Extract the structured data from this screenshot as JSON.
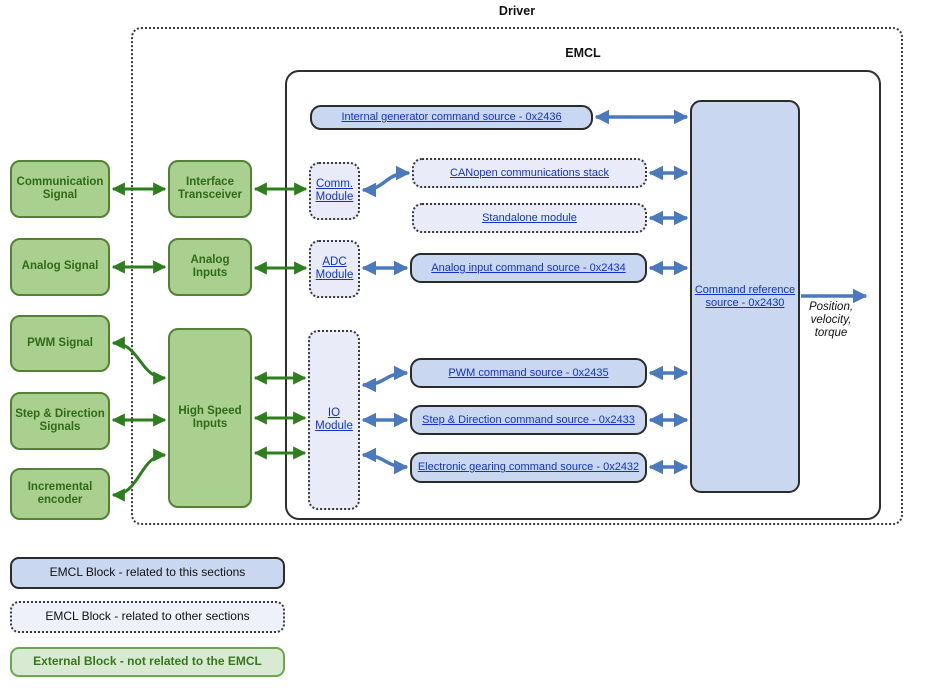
{
  "diagram": {
    "driver_label": "Driver",
    "emcl_label": "EMCL",
    "output_label": "Position,\nvelocity,\ntorque"
  },
  "external": {
    "comm_signal": "Communication Signal",
    "analog_signal": "Analog Signal",
    "pwm_signal": "PWM Signal",
    "step_dir_signals": "Step & Direction Signals",
    "incremental_encoder": "Incremental encoder",
    "interface_transceiver": "Interface Transceiver",
    "analog_inputs": "Analog Inputs",
    "high_speed_inputs": "High Speed Inputs"
  },
  "modules": {
    "comm_module": "Comm. Module",
    "adc_module": "ADC Module",
    "io_module": "IO Module"
  },
  "sources": {
    "internal_generator": "Internal generator command source - 0x2436",
    "canopen_stack": "CANopen communications stack",
    "standalone": "Standalone module",
    "analog_input": "Analog input command source - 0x2434",
    "pwm": "PWM command source - 0x2435",
    "step_direction": "Step & Direction command source - 0x2433",
    "electronic_gearing": "Electronic gearing command source - 0x2432",
    "command_reference": "Command reference source - 0x2430"
  },
  "legend": {
    "emcl_this": "EMCL Block - related to this sections",
    "emcl_other": "EMCL Block - related to other sections",
    "external": "External Block - not related to the EMCL"
  },
  "colors": {
    "green_fill": "#a9d08e",
    "green_border": "#538135",
    "green_text": "#2f6b16",
    "blue_fill": "#c9d7f0",
    "light_blue_fill": "#e9ecf8",
    "link_blue": "#1133cc",
    "arrow_blue": "#4b79bd",
    "arrow_green": "#2e7d1e",
    "legend_green_fill": "#d9ead3",
    "legend_green_border": "#6aa84f"
  }
}
